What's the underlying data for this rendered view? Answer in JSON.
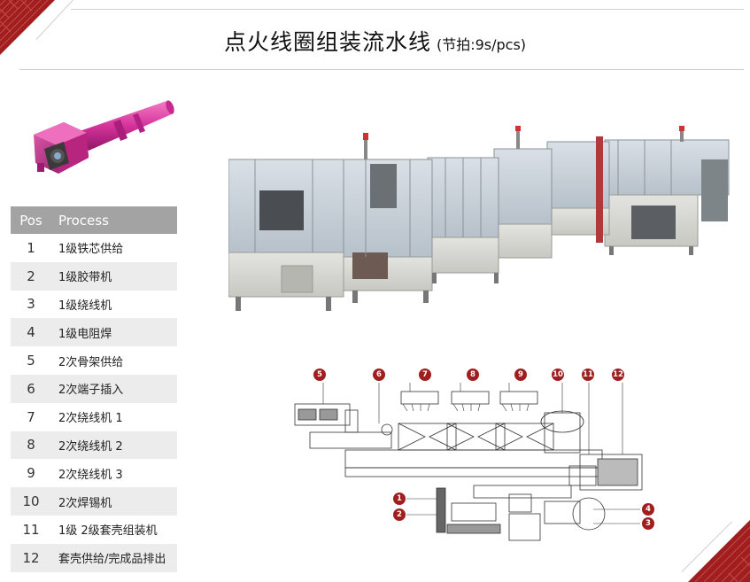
{
  "header": {
    "title": "点火线圈组装流水线",
    "subtitle": "(节拍:9s/pcs)",
    "accent_color": "#a01e1e"
  },
  "table": {
    "header_pos": "Pos",
    "header_process": "Process",
    "rows": [
      {
        "pos": "1",
        "process": "1级铁芯供给"
      },
      {
        "pos": "2",
        "process": "1级胶带机"
      },
      {
        "pos": "3",
        "process": "1级绕线机"
      },
      {
        "pos": "4",
        "process": "1级电阻焊"
      },
      {
        "pos": "5",
        "process": "2次骨架供给"
      },
      {
        "pos": "6",
        "process": "2次端子插入"
      },
      {
        "pos": "7",
        "process": "2次绕线机 1"
      },
      {
        "pos": "8",
        "process": "2次绕线机 2"
      },
      {
        "pos": "9",
        "process": "2次绕线机 3"
      },
      {
        "pos": "10",
        "process": "2次焊锡机"
      },
      {
        "pos": "11",
        "process": "1级 2级套壳组装机"
      },
      {
        "pos": "12",
        "process": "套壳供给/完成品排出"
      }
    ]
  },
  "layout_markers": [
    "1",
    "2",
    "3",
    "4",
    "5",
    "6",
    "7",
    "8",
    "9",
    "10",
    "11",
    "12"
  ]
}
